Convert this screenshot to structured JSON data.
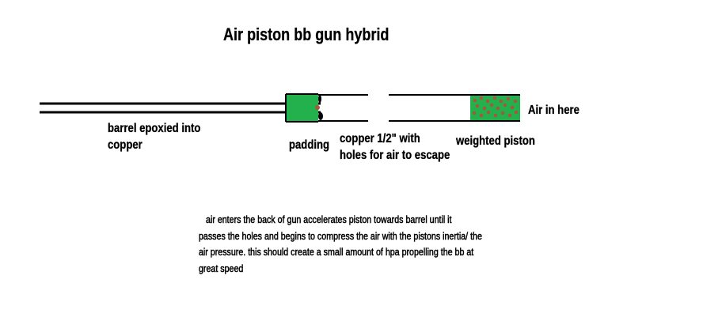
{
  "title": "Air piston bb gun hybrid",
  "labels": {
    "barrel_line1": "barrel epoxied into",
    "barrel_line2": "copper",
    "padding": "padding",
    "copper_line1": "copper 1/2\" with",
    "copper_line2": "holes for air to escape",
    "weighted_piston": "weighted piston",
    "air_in": "Air in here"
  },
  "description": {
    "line1": "air enters the back of gun accelerates piston  towards barrel until it",
    "line2": "passes the holes and begins to compress the air with the pistons inertia/ the",
    "line3": "air pressure. this should create a small amount of hpa propelling the bb at",
    "line4": "great speed"
  },
  "colors": {
    "green": "#22b14c",
    "brown": "#a05a3c",
    "line": "#000000"
  }
}
